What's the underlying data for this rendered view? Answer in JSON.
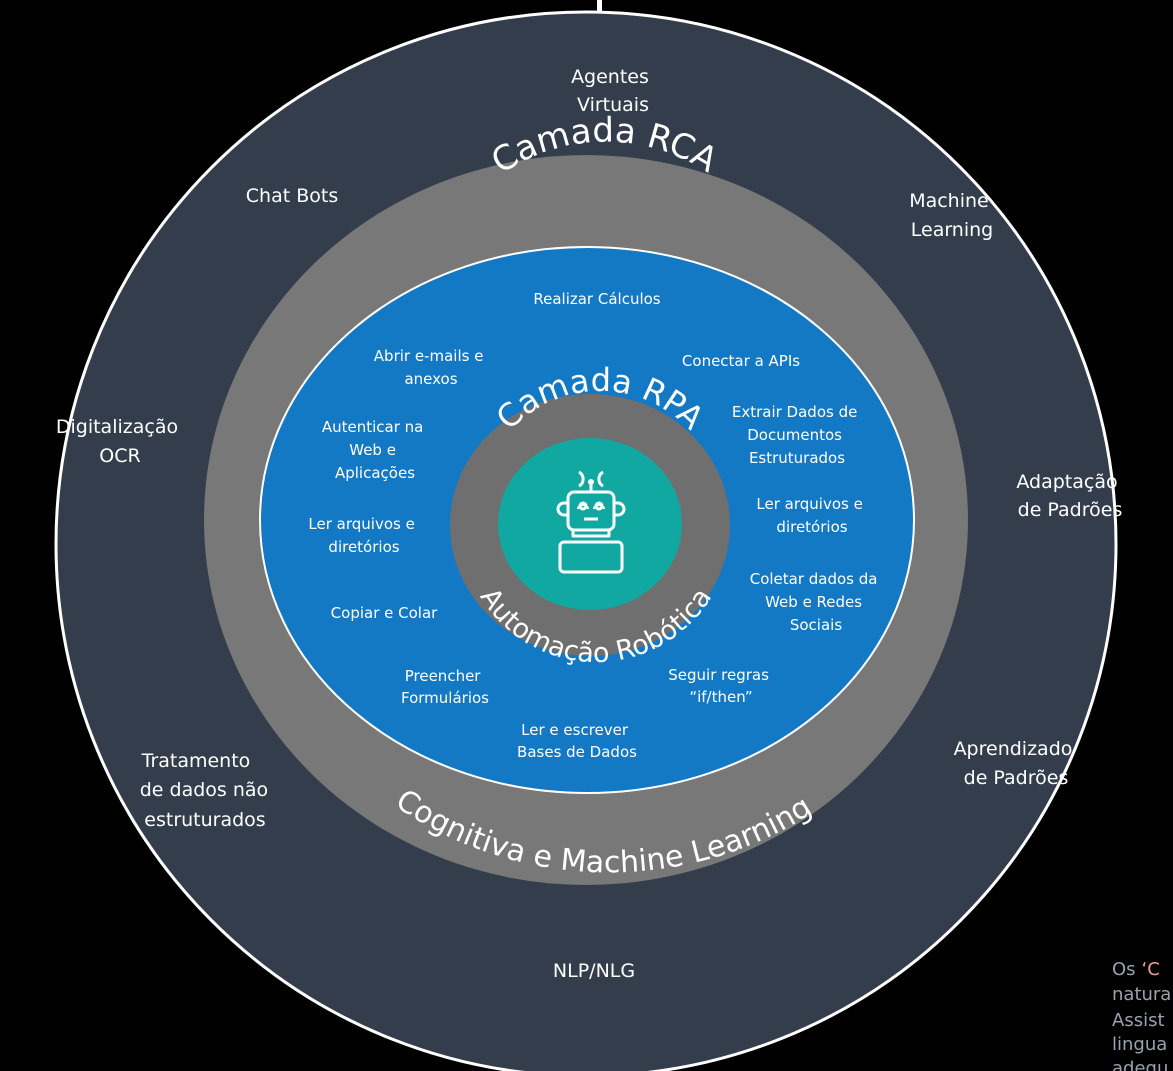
{
  "outer_ring": {
    "labels": [
      {
        "id": "agentes",
        "lines": [
          "Agentes",
          "Virtuais"
        ]
      },
      {
        "id": "chatbots",
        "lines": [
          "Chat Bots"
        ]
      },
      {
        "id": "ml",
        "lines": [
          "Machine",
          "Learning"
        ]
      },
      {
        "id": "ocr",
        "lines": [
          "Digitalização",
          "OCR"
        ]
      },
      {
        "id": "adapt",
        "lines": [
          "Adaptação",
          "de Padrões"
        ]
      },
      {
        "id": "aprend",
        "lines": [
          "Aprendizado",
          "de Padrões"
        ]
      },
      {
        "id": "trat",
        "lines": [
          "Tratamento",
          "de dados não",
          "estruturados"
        ]
      },
      {
        "id": "nlp",
        "lines": [
          "NLP/NLG"
        ]
      }
    ]
  },
  "rca_ring": {
    "title": "Camada RCA",
    "subtitle": "Cognitiva e Machine Learning"
  },
  "blue_disc": {
    "labels": [
      {
        "id": "calc",
        "lines": [
          "Realizar Cálculos"
        ]
      },
      {
        "id": "email",
        "lines": [
          "Abrir e-mails e",
          "anexos"
        ]
      },
      {
        "id": "api",
        "lines": [
          "Conectar a APIs"
        ]
      },
      {
        "id": "auth",
        "lines": [
          "Autenticar na",
          "Web e",
          "Aplicações"
        ]
      },
      {
        "id": "extr",
        "lines": [
          "Extrair Dados de",
          "Documentos",
          "Estruturados"
        ]
      },
      {
        "id": "lerL",
        "lines": [
          "Ler arquivos e",
          "diretórios"
        ]
      },
      {
        "id": "lerR",
        "lines": [
          "Ler arquivos e",
          "diretórios"
        ]
      },
      {
        "id": "copy",
        "lines": [
          "Copiar e Colar"
        ]
      },
      {
        "id": "web",
        "lines": [
          "Coletar dados da",
          "Web e Redes",
          "Sociais"
        ]
      },
      {
        "id": "form",
        "lines": [
          "Preencher",
          "Formulários"
        ]
      },
      {
        "id": "ifthen",
        "lines": [
          "Seguir regras",
          "“if/then”"
        ]
      },
      {
        "id": "db",
        "lines": [
          "Ler e escrever",
          "Bases de Dados"
        ]
      }
    ]
  },
  "rpa_ring": {
    "title": "Camada RPA",
    "subtitle": "Automação Robótica"
  },
  "center": {
    "icon": "robot-icon",
    "signal": "((o))"
  },
  "side_note": {
    "segments": [
      "Os",
      "‘C",
      "natura",
      "Assist",
      "lingua",
      "adequ"
    ]
  },
  "colors": {
    "background": "#000000",
    "outer_ring": "#333d4c",
    "rca_ring": "#787878",
    "blue_disc": "#1479c4",
    "rpa_ring": "#6f6f6f",
    "center": "#10a8a0"
  }
}
